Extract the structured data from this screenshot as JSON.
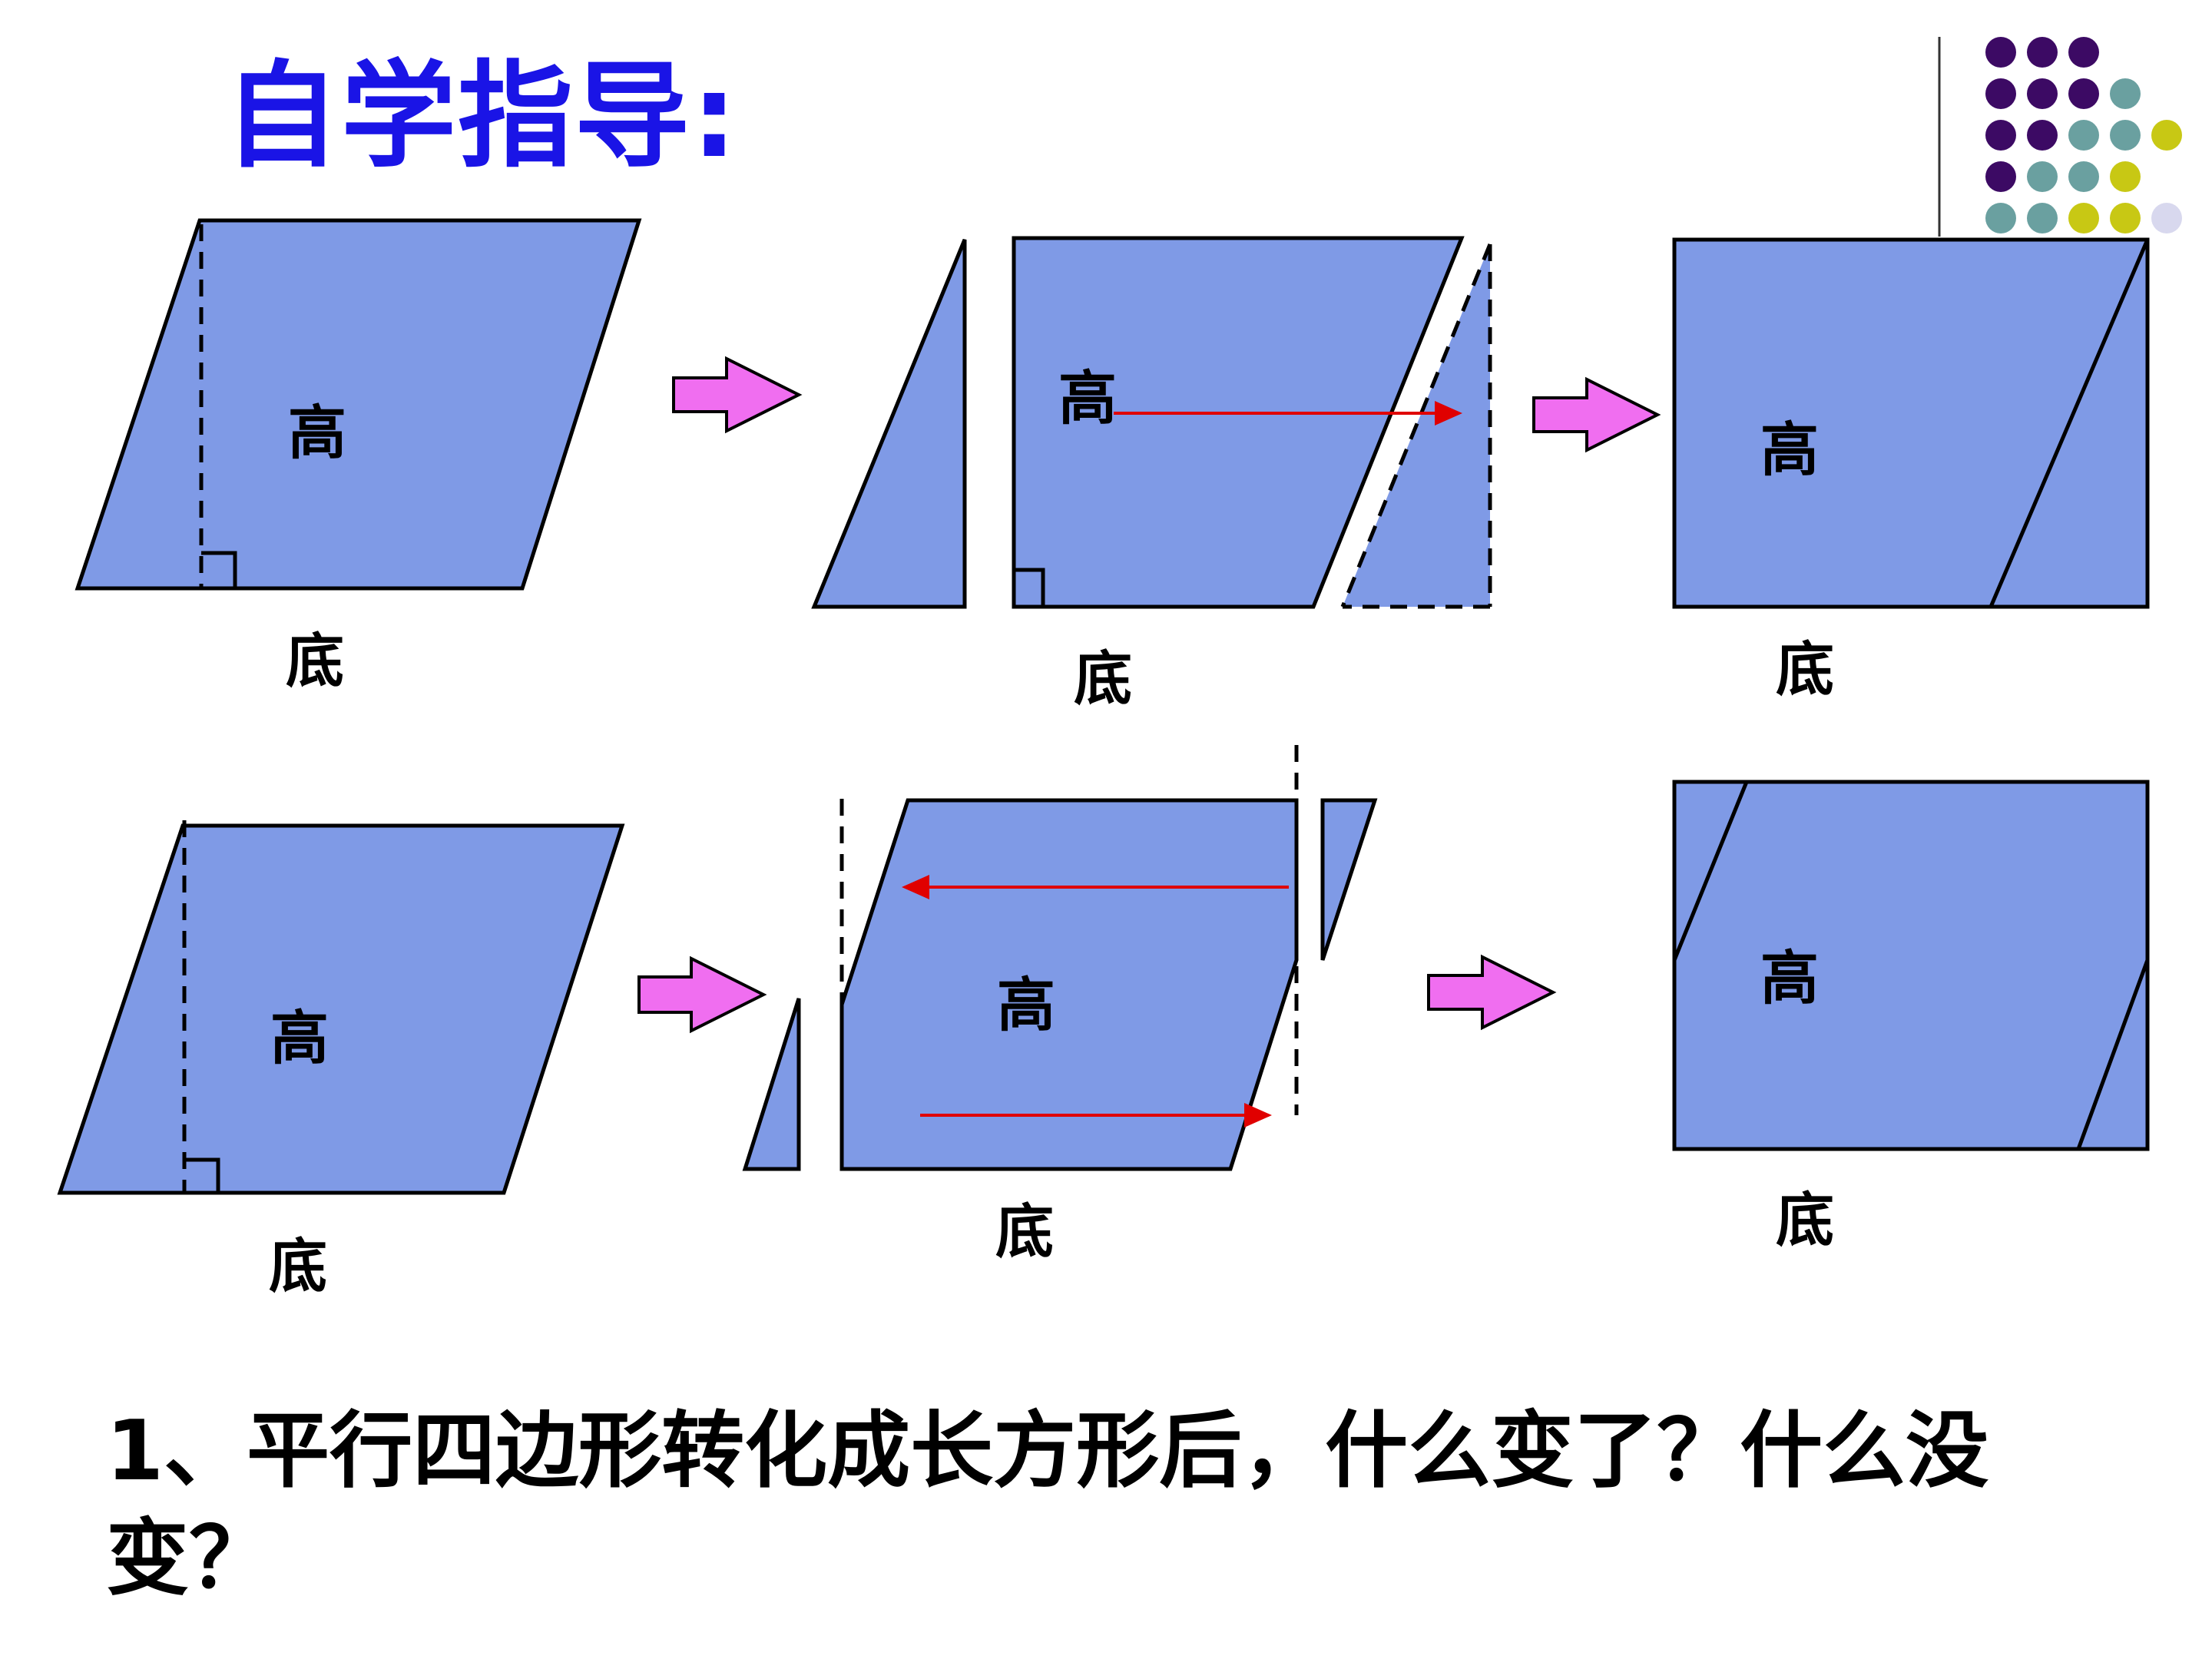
{
  "title": "自学指导:",
  "label_height": "高",
  "label_base": "底",
  "question": "1、平行四边形转化成长方形后，什么变了？什么没变？",
  "colors": {
    "title": "#1a14e6",
    "shape_fill": "#7f9ae6",
    "arrow_fill": "#f06ef0",
    "red_arrow": "#e00000",
    "dot_purple": "#3c0a64",
    "dot_teal": "#6aa0a0",
    "dot_yellow": "#c8c814",
    "dot_lavender": "#d8d8ee"
  }
}
